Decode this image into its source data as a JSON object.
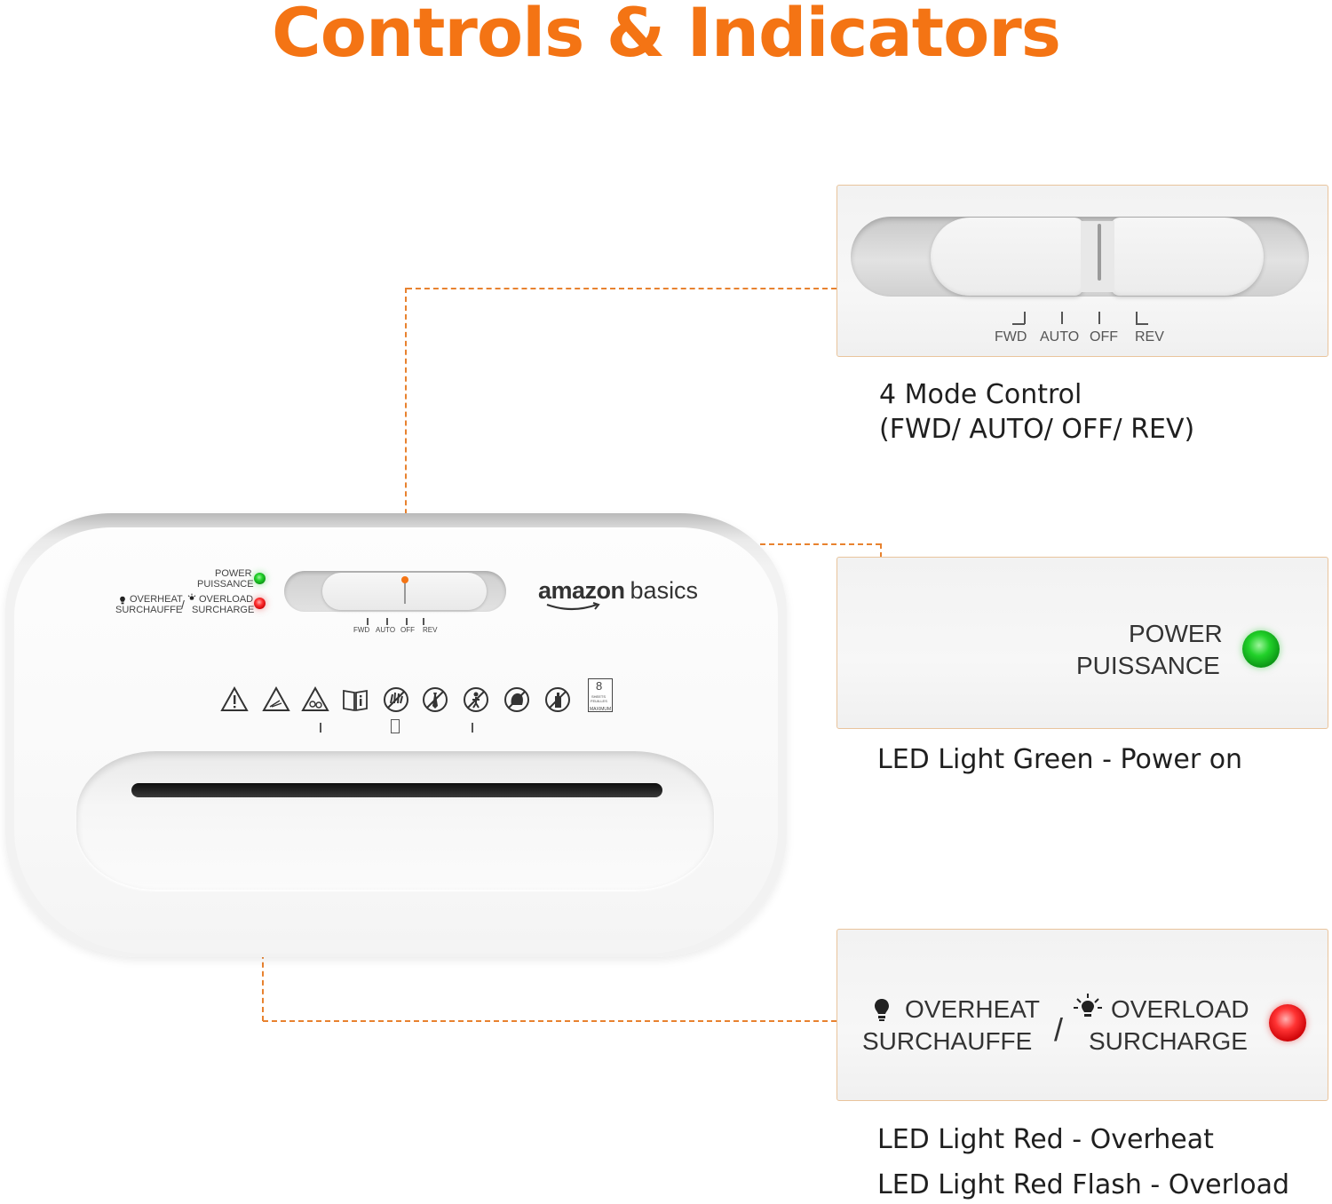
{
  "title": "Controls & Indicators",
  "switch_callout": {
    "modes": [
      "FWD",
      "AUTO",
      "OFF",
      "REV"
    ],
    "caption_line1": "4 Mode Control",
    "caption_line2": "(FWD/ AUTO/ OFF/ REV)"
  },
  "power_callout": {
    "label_line1": "POWER",
    "label_line2": "PUISSANCE",
    "led_color": "#22d12a",
    "caption": "LED Light Green - Power on"
  },
  "warning_callout": {
    "overheat_en": "OVERHEAT",
    "overheat_fr": "SURCHAUFFE",
    "separator": "/",
    "overload_en": "OVERLOAD",
    "overload_fr": "SURCHARGE",
    "led_color": "#ff3333",
    "caption_line1": "LED Light Red - Overheat",
    "caption_line2": "LED Light Red Flash - Overload"
  },
  "shredder": {
    "brand_bold": "amazon",
    "brand_light": "basics",
    "power_en": "POWER",
    "power_fr": "PUISSANCE",
    "overheat_en": "OVERHEAT",
    "overheat_fr": "SURCHAUFFE",
    "overload_en": "OVERLOAD",
    "overload_fr": "SURCHARGE",
    "modes": [
      "FWD",
      "AUTO",
      "OFF",
      "REV"
    ],
    "sheet_count": "8",
    "sheets_text": "SHEETS",
    "feuilles_text": "FEUILLES",
    "maximum_text": "MAXIMUM"
  },
  "colors": {
    "accent": "#f47414",
    "leader_line": "#e8822f",
    "panel_border": "#e9c49c"
  }
}
